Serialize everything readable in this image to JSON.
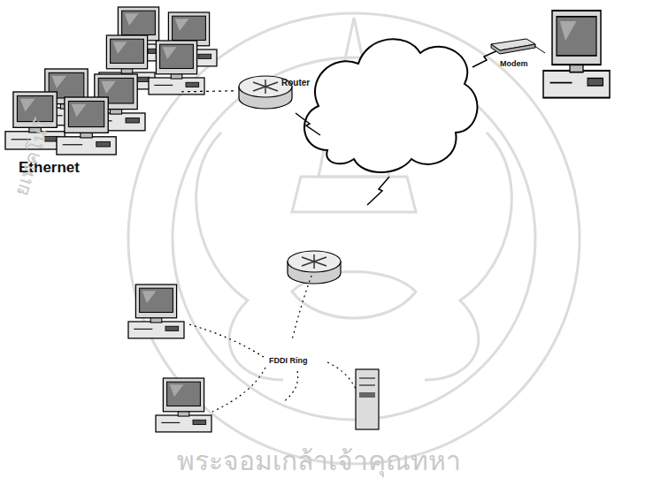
{
  "diagram": {
    "nodes": [
      {
        "text": [
          "Ethernet"
        ]
      },
      {
        "text": [
          "Router"
        ]
      },
      {
        "text": [
          "Modem"
        ]
      },
      {
        "text": [
          "FDDI Ring"
        ]
      }
    ],
    "edges": [
      {
        "from": 0,
        "to": 1,
        "arrow": "none"
      }
    ],
    "labels": [
      "ยเทคโนโ",
      "พระจอมเกล้าเจ้าคุณทหา"
    ]
  }
}
